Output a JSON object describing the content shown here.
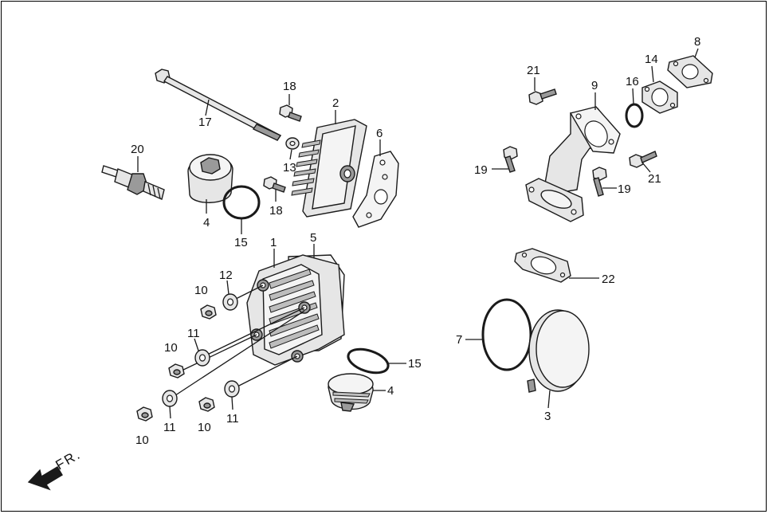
{
  "direction_label": "FR.",
  "callouts": [
    {
      "id": "c-17a",
      "text": "17"
    },
    {
      "id": "c-18a",
      "text": "18"
    },
    {
      "id": "c-2",
      "text": "2"
    },
    {
      "id": "c-6",
      "text": "6"
    },
    {
      "id": "c-20",
      "text": "20"
    },
    {
      "id": "c-13",
      "text": "13"
    },
    {
      "id": "c-18b",
      "text": "18"
    },
    {
      "id": "c-4a",
      "text": "4"
    },
    {
      "id": "c-15a",
      "text": "15"
    },
    {
      "id": "c-1",
      "text": "1"
    },
    {
      "id": "c-5",
      "text": "5"
    },
    {
      "id": "c-12",
      "text": "12"
    },
    {
      "id": "c-10a",
      "text": "10"
    },
    {
      "id": "c-11a",
      "text": "11"
    },
    {
      "id": "c-10b",
      "text": "10"
    },
    {
      "id": "c-15b",
      "text": "15"
    },
    {
      "id": "c-4b",
      "text": "4"
    },
    {
      "id": "c-10c",
      "text": "10"
    },
    {
      "id": "c-11b",
      "text": "11"
    },
    {
      "id": "c-10d",
      "text": "10"
    },
    {
      "id": "c-11c",
      "text": "11"
    },
    {
      "id": "c-21a",
      "text": "21"
    },
    {
      "id": "c-9",
      "text": "9"
    },
    {
      "id": "c-16",
      "text": "16"
    },
    {
      "id": "c-14",
      "text": "14"
    },
    {
      "id": "c-8",
      "text": "8"
    },
    {
      "id": "c-19a",
      "text": "19"
    },
    {
      "id": "c-19b",
      "text": "19"
    },
    {
      "id": "c-21b",
      "text": "21"
    },
    {
      "id": "c-22",
      "text": "22"
    },
    {
      "id": "c-7",
      "text": "7"
    },
    {
      "id": "c-3",
      "text": "3"
    }
  ]
}
